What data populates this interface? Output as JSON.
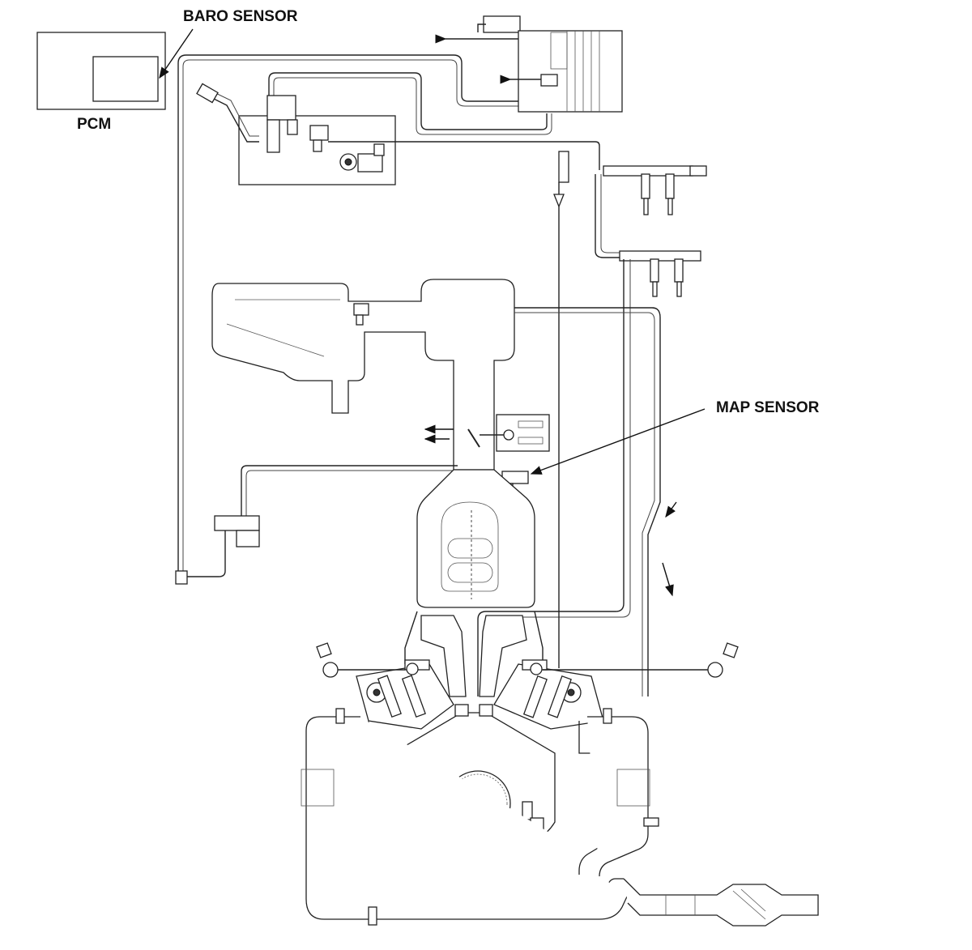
{
  "labels": {
    "baro_sensor": "BARO SENSOR",
    "pcm": "PCM",
    "map_sensor": "MAP SENSOR"
  }
}
